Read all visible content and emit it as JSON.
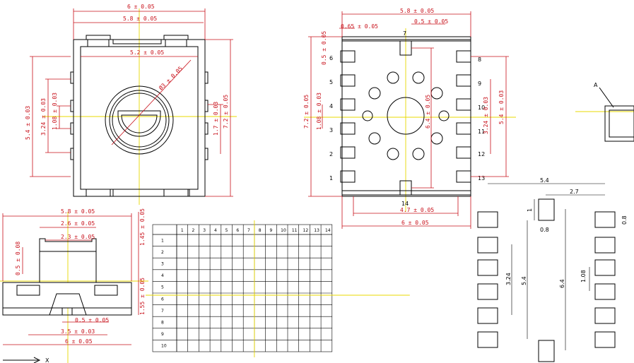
{
  "top_view": {
    "dim_6": "6 ± 0.05",
    "dim_5_8": "5.8 ± 0.05",
    "dim_5_2": "5.2 ± 0.05",
    "dim_diameter": "Ø3 ± 0.05",
    "dim_5_4": "5.4 ± 0.03",
    "dim_3_24": "3.24 ± 0.03",
    "dim_1_08": "1.08 ± 0.03",
    "dim_1_7": "1.7 ± 0.03",
    "dim_7_2": "7.2 ± 0.05"
  },
  "bottom_view": {
    "dim_5_8": "5.8 ± 0.05",
    "dim_0_65": "0.65 ± 0.05",
    "dim_0_5_top": "0.5 ± 0.05",
    "dim_0_5_left": "0.5 ± 0.05",
    "dim_7_2": "7.2 ± 0.05",
    "dim_1_08": "1.08 ± 0.03",
    "dim_6_4": "6.4 ± 0.05",
    "dim_5_4": "5.4 ± 0.03",
    "dim_3_24": "3.24 ± 0.03",
    "dim_4_7": "4.7 ± 0.05",
    "dim_6": "6 ± 0.05",
    "pins_left": [
      "6",
      "5",
      "4",
      "3",
      "2",
      "1"
    ],
    "pins_right": [
      "8",
      "9",
      "10",
      "11",
      "12",
      "13"
    ],
    "pin_top": "7",
    "pin_bottom": "14"
  },
  "side_view": {
    "dim_5_8": "5.8 ± 0.05",
    "dim_2_6": "2.6 ± 0.05",
    "dim_2_3": "2.3 ± 0.05",
    "dim_1_45": "1.45 ± 0.05",
    "dim_0_5": "0.5 ± 0.08",
    "dim_1_55": "1.55 ± 0.05",
    "dim_0_5b": "0.5 ± 0.05",
    "dim_3_5": "3.5 ± 0.03",
    "dim_6": "6 ± 0.05",
    "axis_x": "X"
  },
  "truth_table": {
    "columns": [
      "1",
      "2",
      "3",
      "4",
      "5",
      "6",
      "7",
      "8",
      "9",
      "10",
      "11",
      "12",
      "13",
      "14"
    ],
    "rows": [
      "1",
      "2",
      "3",
      "4",
      "5",
      "6",
      "7",
      "8",
      "9",
      "10"
    ]
  },
  "footprint": {
    "dim_5_4_top": "5.4",
    "dim_2_7": "2.7",
    "dim_1": "1",
    "dim_0_8_a": "0.8",
    "dim_0_8_b": "0.8",
    "dim_1_08": "1.08",
    "dim_3_24": "3.24",
    "dim_5_4": "5.4",
    "dim_6_4": "6.4"
  },
  "detail_label": "A"
}
